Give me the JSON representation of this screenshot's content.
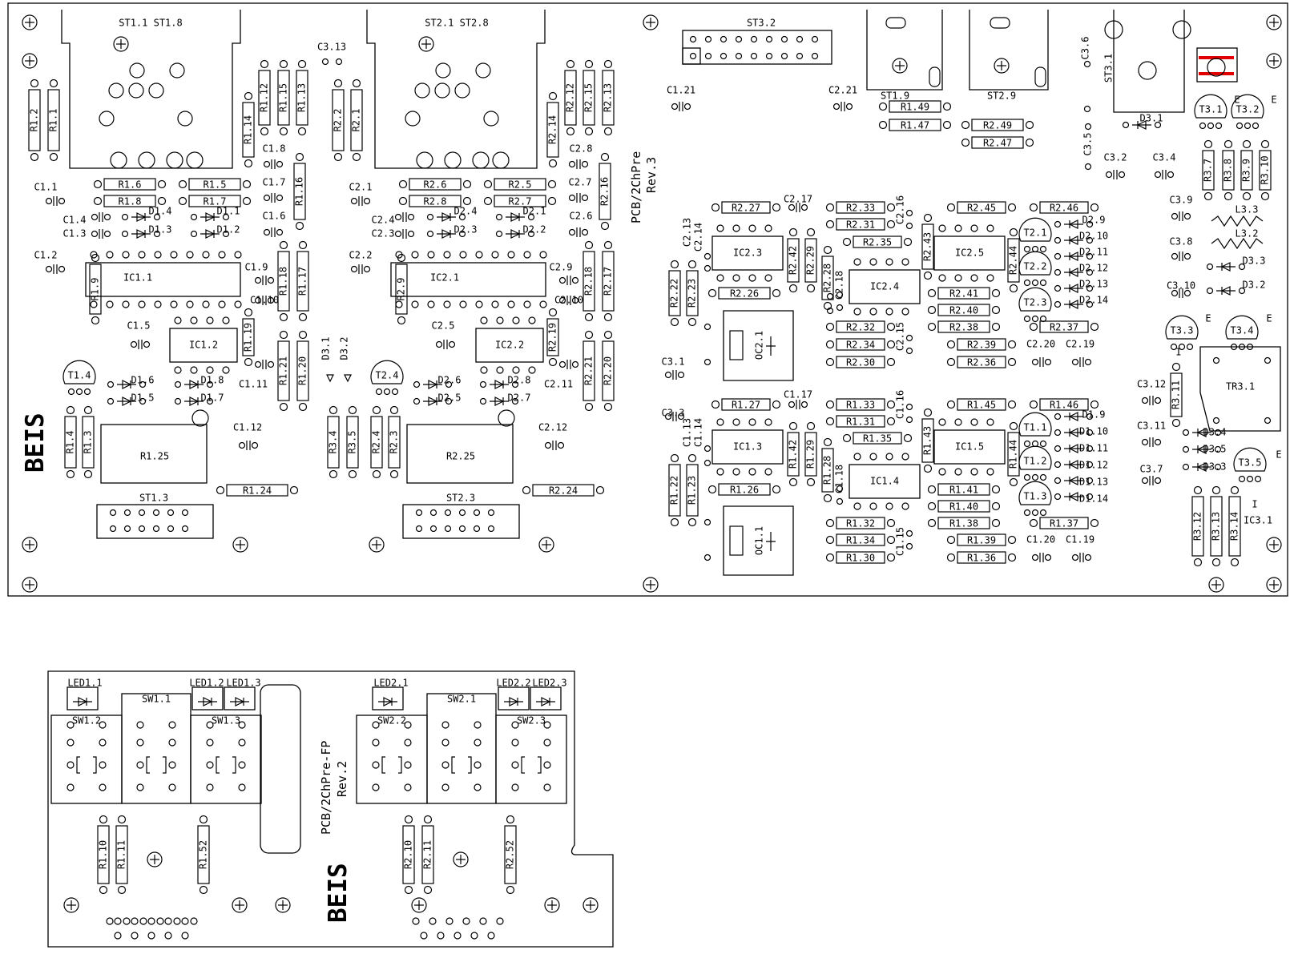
{
  "main_board": {
    "brand": "BEIS",
    "title": "PCB/2ChPre",
    "revision": "Rev.3"
  },
  "front_board": {
    "brand": "BEIS",
    "title": "PCB/2ChPre-FP",
    "revision": "Rev.2"
  },
  "labels": {
    "st1": "ST1.1 ST1.8",
    "st2": "ST2.1 ST2.8",
    "st3_2": "ST3.2",
    "st1_9": "ST1.9",
    "st2_9": "ST2.9",
    "st3_1": "ST3.1",
    "st1_3": "ST1.3",
    "st2_3": "ST2.3",
    "r1_1": "R1.1",
    "r1_2": "R1.2",
    "r2_1": "R2.1",
    "r2_2": "R2.2",
    "r1_12": "R1.12",
    "r1_15": "R1.15",
    "r1_13": "R1.13",
    "r1_14": "R1.14",
    "r1_16": "R1.16",
    "r2_12": "R2.12",
    "r2_15": "R2.15",
    "r2_13": "R2.13",
    "r2_14": "R2.14",
    "r2_16": "R2.16",
    "r1_6": "R1.6",
    "r1_5": "R1.5",
    "r1_8": "R1.8",
    "r1_7": "R1.7",
    "r2_6": "R2.6",
    "r2_5": "R2.5",
    "r2_8": "R2.8",
    "r2_7": "R2.7",
    "r1_9": "R1.9",
    "r2_9": "R2.9",
    "r1_18": "R1.18",
    "r1_17": "R1.17",
    "r2_18": "R2.18",
    "r2_17": "R2.17",
    "r1_19": "R1.19",
    "r2_19": "R2.19",
    "r1_21": "R1.21",
    "r1_20": "R1.20",
    "r2_21": "R2.21",
    "r2_20": "R2.20",
    "r1_4": "R1.4",
    "r1_3": "R1.3",
    "r2_4": "R2.4",
    "r2_3": "R2.3",
    "r3_4": "R3.4",
    "r3_5": "R3.5",
    "r1_25": "R1.25",
    "r2_25": "R2.25",
    "r1_24": "R1.24",
    "r2_24": "R2.24",
    "c1_1": "C1.1",
    "c1_2": "C1.2",
    "c1_3": "C1.3",
    "c1_4": "C1.4",
    "c1_5": "C1.5",
    "c1_6": "C1.6",
    "c1_7": "C1.7",
    "c1_8": "C1.8",
    "c1_9": "C1.9",
    "c1_10": "C1.10",
    "c1_11": "C1.11",
    "c1_12": "C1.12",
    "c2_1": "C2.1",
    "c2_2": "C2.2",
    "c2_3": "C2.3",
    "c2_4": "C2.4",
    "c2_5": "C2.5",
    "c2_6": "C2.6",
    "c2_7": "C2.7",
    "c2_8": "C2.8",
    "c2_9": "C2.9",
    "c2_10": "C2.10",
    "c2_11": "C2.11",
    "c2_12": "C2.12",
    "c3_13": "C3.13",
    "c1_21": "C1.21",
    "c2_21": "C2.21",
    "d1_1": "D1.1",
    "d1_2": "D1.2",
    "d1_3": "D1.3",
    "d1_4": "D1.4",
    "d1_5": "D1.5",
    "d1_6": "D1.6",
    "d1_7": "D1.7",
    "d1_8": "D1.8",
    "d2_1": "D2.1",
    "d2_2": "D2.2",
    "d2_3": "D2.3",
    "d2_4": "D2.4",
    "d2_5": "D2.5",
    "d2_6": "D2.6",
    "d2_7": "D2.7",
    "d2_8": "D2.8",
    "d3_1": "D3.1",
    "d3_2": "D3.2",
    "d3_3": "D3.3",
    "d3_4": "D3.4",
    "d3_5": "D3.5",
    "ic1_1": "IC1.1",
    "ic1_2": "IC1.2",
    "ic2_1": "IC2.1",
    "ic2_2": "IC2.2",
    "t1_4": "T1.4",
    "t2_4": "T2.4",
    "r1_49": "R1.49",
    "r1_47": "R1.47",
    "r2_49": "R2.49",
    "r2_47": "R2.47",
    "c3_6": "C3.6",
    "c3_5": "C3.5",
    "c3_2": "C3.2",
    "c3_4": "C3.4",
    "c3_9": "C3.9",
    "c3_8": "C3.8",
    "c3_10": "C3.10",
    "c3_12": "C3.12",
    "c3_11": "C3.11",
    "c3_7": "C3.7",
    "c3_1": "C3.1",
    "c3_3": "C3.3",
    "t3_1": "T3.1",
    "t3_2": "T3.2",
    "t3_3": "T3.3",
    "t3_4": "T3.4",
    "t3_5": "T3.5",
    "r3_7": "R3.7",
    "r3_8": "R3.8",
    "r3_9": "R3.9",
    "r3_10": "R3.10",
    "r3_11": "R3.11",
    "r3_12": "R3.12",
    "r3_13": "R3.13",
    "r3_14": "R3.14",
    "l3_3": "L3.3",
    "l3_2": "L3.2",
    "tr3_1": "TR3.1",
    "ic3_1": "IC3.1",
    "r2_27": "R2.27",
    "r2_33": "R2.33",
    "r2_45": "R2.45",
    "r2_46": "R2.46",
    "r2_31": "R2.31",
    "r2_35": "R2.35",
    "r2_22": "R2.22",
    "r2_23": "R2.23",
    "r2_26": "R2.26",
    "r2_42": "R2.42",
    "r2_29": "R2.29",
    "r2_28": "R2.28",
    "r2_43": "R2.43",
    "r2_44": "R2.44",
    "r2_41": "R2.41",
    "r2_40": "R2.40",
    "r2_38": "R2.38",
    "r2_39": "R2.39",
    "r2_36": "R2.36",
    "r2_37": "R2.37",
    "r2_32": "R2.32",
    "r2_34": "R2.34",
    "r2_30": "R2.30",
    "ic2_3": "IC2.3",
    "ic2_4": "IC2.4",
    "ic2_5": "IC2.5",
    "oc2_1": "OC2.1",
    "c2_13": "C2.13",
    "c2_14": "C2.14",
    "c2_15": "C2.15",
    "c2_16": "C2.16",
    "c2_17": "C2.17",
    "c2_18": "C2.18",
    "c2_19": "C2.19",
    "c2_20": "C2.20",
    "t2_1": "T2.1",
    "t2_2": "T2.2",
    "t2_3": "T2.3",
    "d2_9": "D2.9",
    "d2_10": "D2.10",
    "d2_11": "D2.11",
    "d2_12": "D2.12",
    "d2_13": "D2.13",
    "d2_14": "D2.14",
    "r1_27": "R1.27",
    "r1_33": "R1.33",
    "r1_45": "R1.45",
    "r1_46": "R1.46",
    "r1_31": "R1.31",
    "r1_35": "R1.35",
    "r1_22": "R1.22",
    "r1_23": "R1.23",
    "r1_26": "R1.26",
    "r1_42": "R1.42",
    "r1_29": "R1.29",
    "r1_28": "R1.28",
    "r1_43": "R1.43",
    "r1_44": "R1.44",
    "r1_41": "R1.41",
    "r1_40": "R1.40",
    "r1_38": "R1.38",
    "r1_39": "R1.39",
    "r1_36": "R1.36",
    "r1_37": "R1.37",
    "r1_32": "R1.32",
    "r1_34": "R1.34",
    "r1_30": "R1.30",
    "ic1_3": "IC1.3",
    "ic1_4": "IC1.4",
    "ic1_5": "IC1.5",
    "oc1_1": "OC1.1",
    "c1_13": "C1.13",
    "c1_14": "C1.14",
    "c1_15": "C1.15",
    "c1_16": "C1.16",
    "c1_17": "C1.17",
    "c1_18": "C1.18",
    "c1_19": "C1.19",
    "c1_20": "C1.20",
    "t1_1": "T1.1",
    "t1_2": "T1.2",
    "t1_3": "T1.3",
    "d1_9": "D1.9",
    "d1_10": "D1.10",
    "d1_11": "D1.11",
    "d1_12": "D1.12",
    "d1_13": "D1.13",
    "d1_14": "D1.14",
    "e": "E",
    "i": "I",
    "led1_1": "LED1.1",
    "led1_2": "LED1.2",
    "led1_3": "LED1.3",
    "led2_1": "LED2.1",
    "led2_2": "LED2.2",
    "led2_3": "LED2.3",
    "sw1_1": "SW1.1",
    "sw1_2": "SW1.2",
    "sw1_3": "SW1.3",
    "sw2_1": "SW2.1",
    "sw2_2": "SW2.2",
    "sw2_3": "SW2.3",
    "r1_10": "R1.10",
    "r1_11": "R1.11",
    "r1_52": "R1.52",
    "r2_10": "R2.10",
    "r2_11": "R2.11",
    "r2_52": "R2.52"
  },
  "colors": {
    "line": "#000000",
    "background": "#ffffff",
    "highlight": "#e00000"
  }
}
